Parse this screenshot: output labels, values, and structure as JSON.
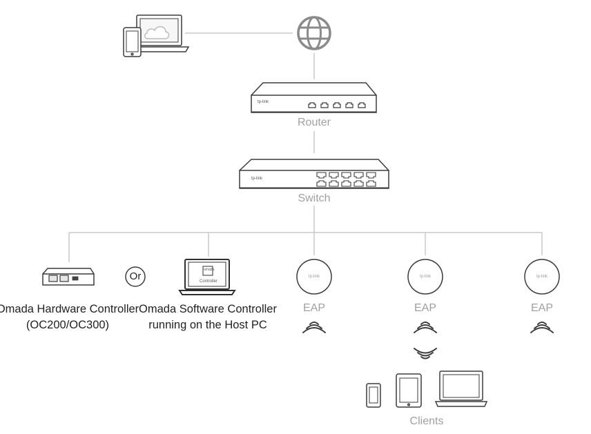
{
  "labels": {
    "router": "Router",
    "switch": "Switch",
    "or": "Or",
    "hardware_controller_line1": "Omada Hardware Controller",
    "hardware_controller_line2": "(OC200/OC300)",
    "software_controller_line1": "Omada Software Controller",
    "software_controller_line2": "running on the Host PC",
    "eap": "EAP",
    "clients": "Clients"
  },
  "device_text": {
    "brand": "tp-link",
    "laptop_screen_logo": "omada",
    "laptop_screen_caption": "Controller"
  },
  "icons": [
    "cloud-laptop-icon",
    "phone-icon",
    "internet-globe-icon",
    "router-icon",
    "switch-icon",
    "hardware-controller-icon",
    "software-controller-laptop-icon",
    "eap-icon",
    "wifi-icon",
    "tablet-icon",
    "laptop-icon"
  ],
  "colors": {
    "line": "#c8c8c8",
    "device_stroke": "#3a3a3a",
    "label_gray": "#a0a0a0",
    "label_dark": "#222222"
  }
}
